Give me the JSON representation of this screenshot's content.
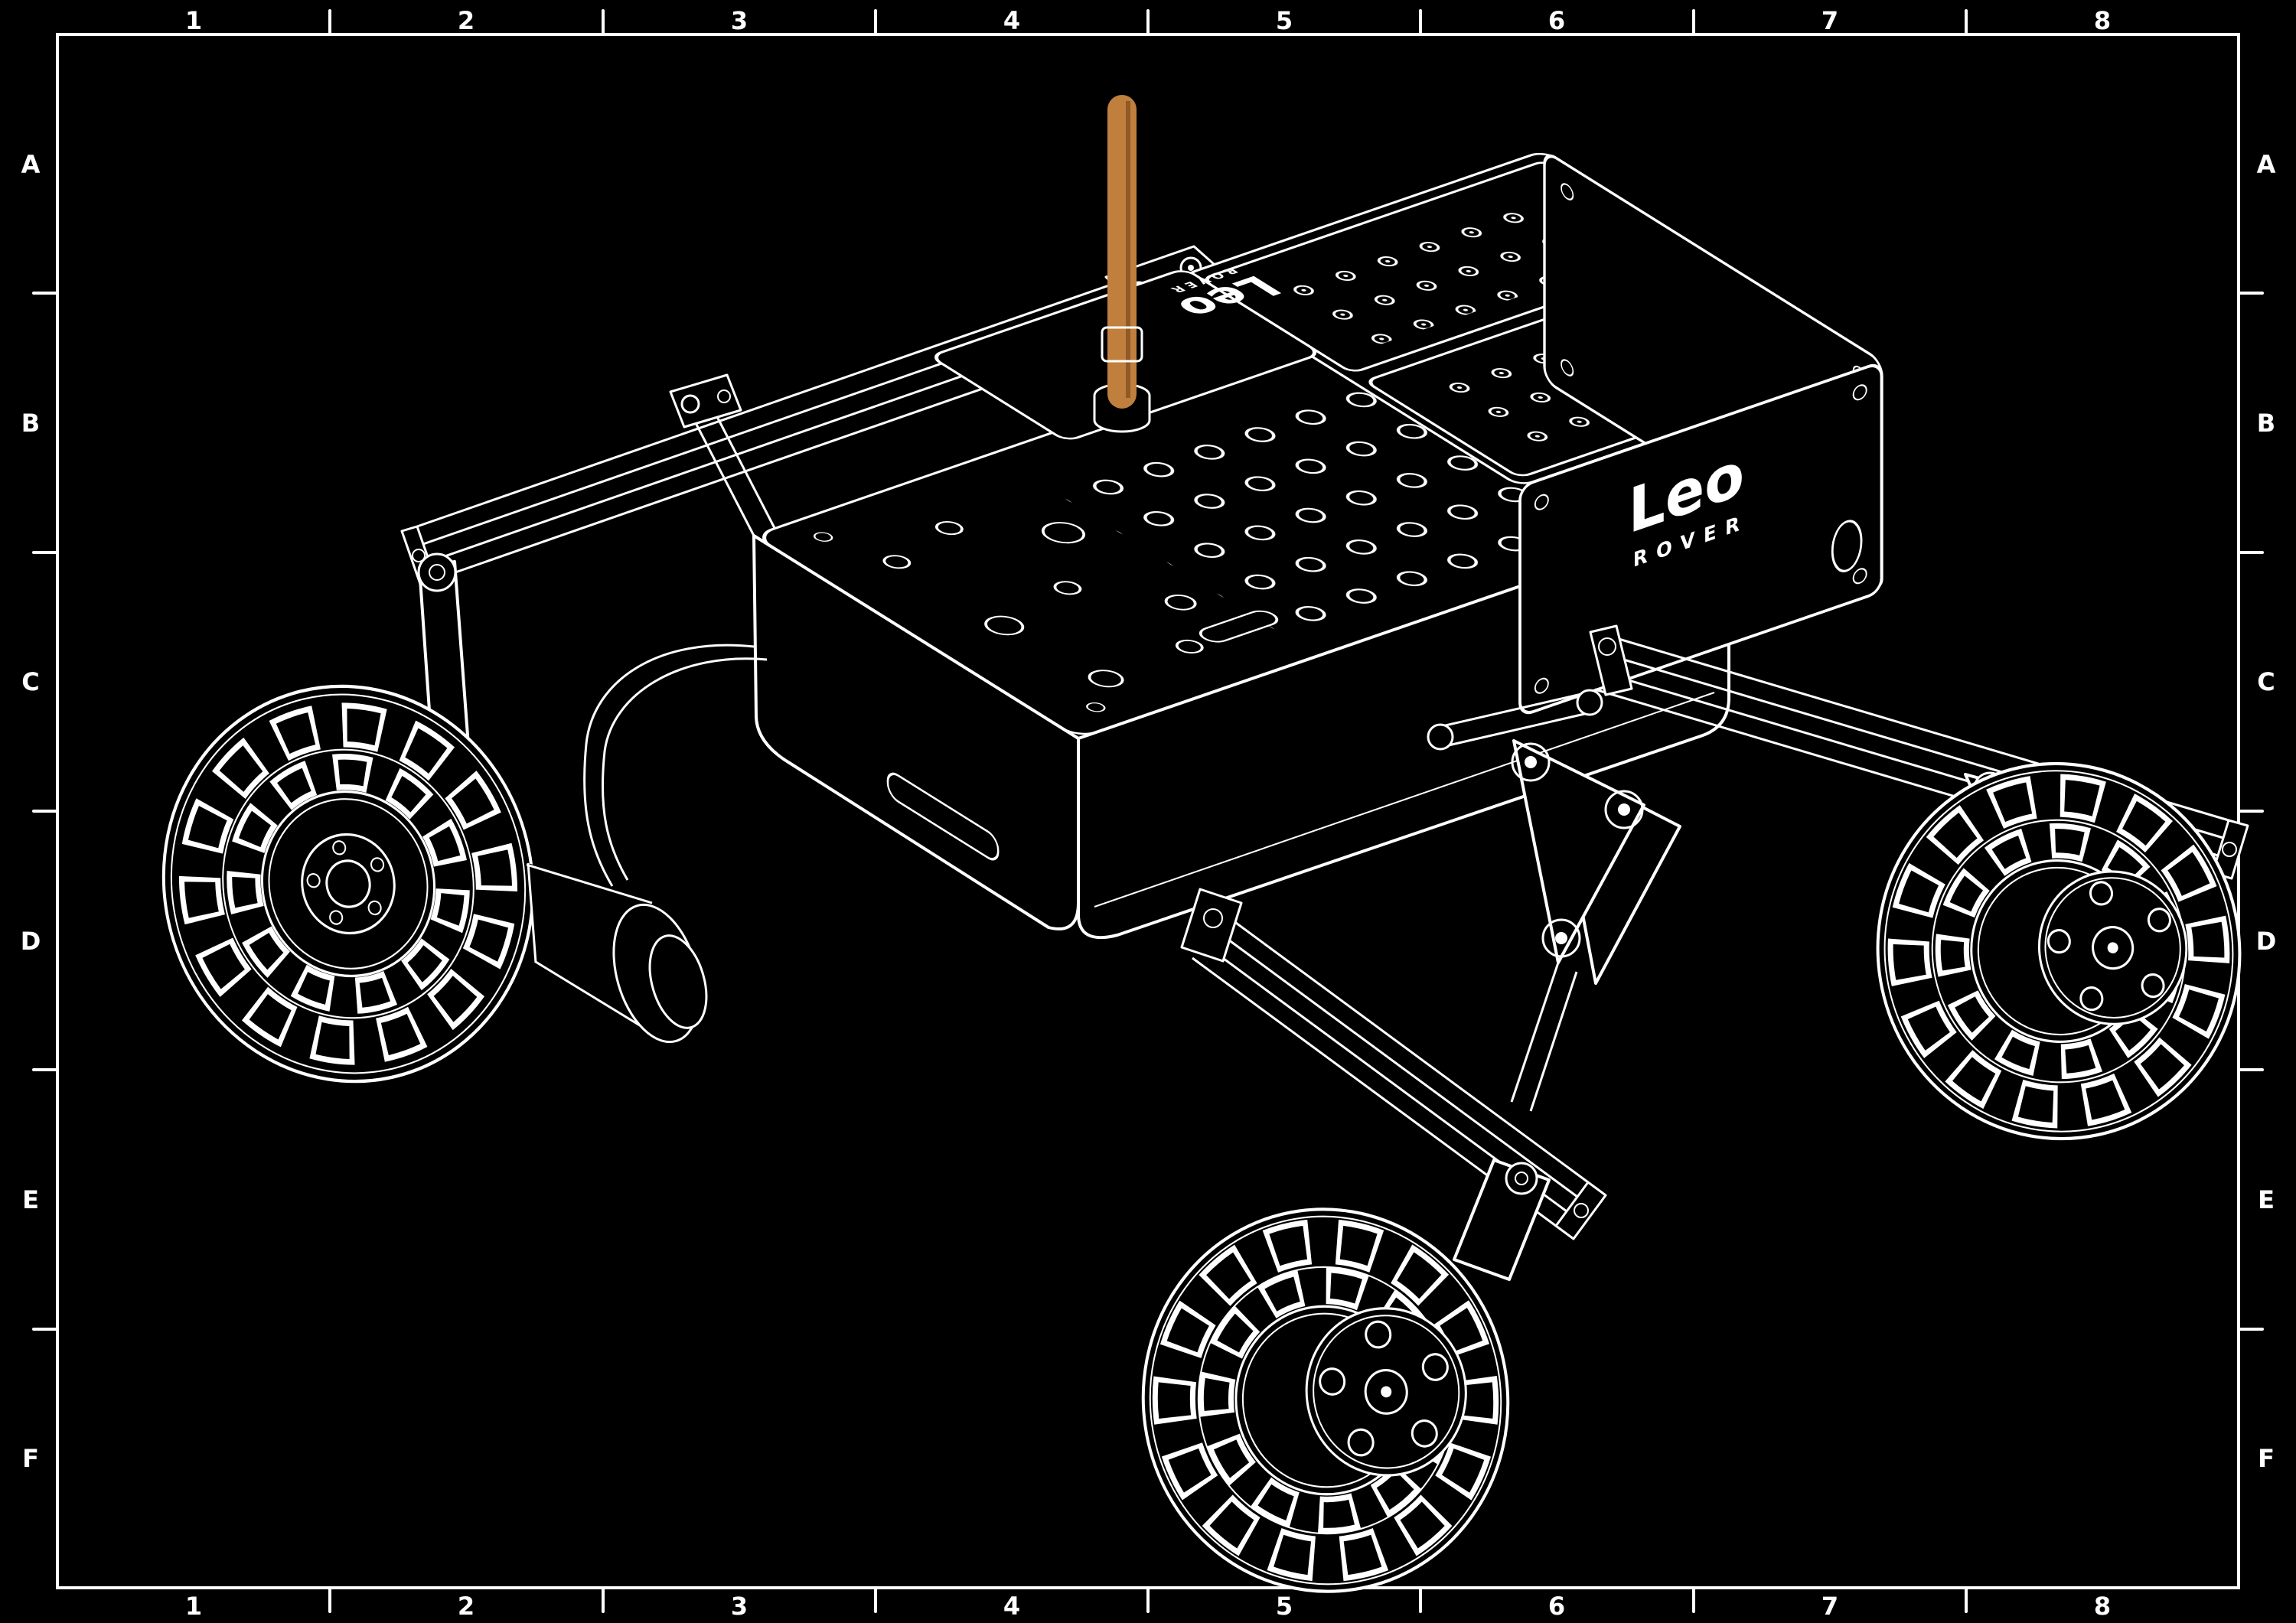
{
  "frame": {
    "columns": [
      "1",
      "2",
      "3",
      "4",
      "5",
      "6",
      "7",
      "8"
    ],
    "rows": [
      "A",
      "B",
      "C",
      "D",
      "E",
      "F"
    ]
  },
  "colors": {
    "background": "#000000",
    "line": "#ffffff",
    "antenna": "#c07f3c",
    "antenna_shade": "#8f5a26"
  },
  "rover": {
    "logo_top": {
      "name": "Leo",
      "sub": "ROVER"
    },
    "logo_side": {
      "name": "Leo",
      "sub": "ROVER"
    }
  }
}
